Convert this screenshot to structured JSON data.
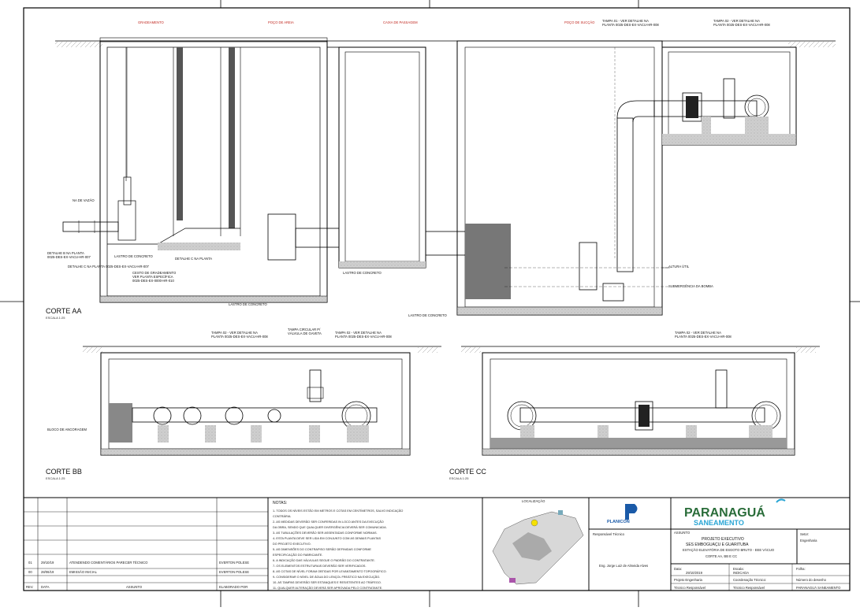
{
  "section_aa": {
    "title": "CORTE  AA",
    "scale": "ESCALA 1:25",
    "headings": [
      "GRADEAMENTO",
      "POÇO DE AREIA",
      "CAIXA DE PASSAGEM",
      "POÇO DE SUCÇÃO"
    ],
    "tampa01_l1": "TAMPA 01 - VER DETALHE NA",
    "tampa01_l2": "PLANTA 0025-DES-EX-VACU-HR-008",
    "tampa02_l1": "TAMPA 02 - VER DETALHE NA",
    "tampa02_l2": "PLANTA 0025-DES-EX-VACU-HR-008",
    "detalhe_b_l1": "DETALHE B NA PLANTA",
    "detalhe_b_l2": "0025-DES-EX-VACU-HR-007",
    "lastro_1": "LASTRO DE CONCRETO",
    "detalhe_c_plan": "DETALHE C NA PLANTA 0025-DES-EX-VACU-HR-007",
    "detalhe_c_l1": "DETALHE C NA PLANTA",
    "cesto_l1": "CESTO DE GRADEAMENTO",
    "cesto_l2": "VER PLANTA ESPECÍFICA",
    "cesto_l3": "0025-DES-EX-0000-HR-010",
    "lastro_2": "LASTRO DE CONCRETO",
    "lastro_3": "LASTRO DE CONCRETO",
    "lastro_4": "LASTRO DE CONCRETO",
    "altura_util": "ALTURA ÚTIL",
    "submergencia": "SUBMERGÊNCIA DA BOMBA",
    "nivel": "NA DE VAZÃO"
  },
  "section_bb": {
    "title": "CORTE  BB",
    "scale": "ESCALA 1:25",
    "tampa02a_l1": "TAMPA 02 - VER DETALHE NA",
    "tampa02a_l2": "PLANTA 0025-DES-EX-VACU-HR-008",
    "tampa_circ_l1": "TAMPA CIRCULAR P/",
    "tampa_circ_l2": "VÁLVULA DE GAVETA",
    "tampa02b_l1": "TAMPA 02 - VER DETALHE NA",
    "tampa02b_l2": "PLANTA 0025-DES-EX-VACU-HR-008",
    "bloco": "BLOCO DE ANCORAGEM"
  },
  "section_cc": {
    "title": "CORTE  CC",
    "scale": "ESCALA 1:25",
    "tampa02_l1": "TAMPA 02 - VER DETALHE NA",
    "tampa02_l2": "PLANTA 0025-DES-EX-VACU-HR-008"
  },
  "revisions": {
    "headers": [
      "REV.",
      "DATA",
      "ASSUNTO",
      "ELABORADO POR"
    ],
    "rows": [
      {
        "num": "01",
        "date": "29/10/19",
        "subject": "ATENDENDO COMENTÁRIOS PARECER TÉCNICO",
        "by": "EVERTON POLESE"
      },
      {
        "num": "00",
        "date": "28/06/19",
        "subject": "EMISSÃO INICIAL",
        "by": "EVERTON POLESE"
      }
    ]
  },
  "notes": {
    "title": "NOTAS:",
    "lines": [
      "1- TODOS OS NÍVEIS ESTÃO EM METROS E COTAS EM CENTÍMETROS, SALVO INDICAÇÃO",
      "CONTRÁRIA.",
      "2- AS MEDIDAS DEVERÃO SER CONFERIDAS IN LOCO ANTES DA EXECUÇÃO",
      "DA OBRA, SENDO QUE QUALQUER DIVERGÊNCIA DEVERÁ SER COMUNICADA.",
      "3- AS TUBULAÇÕES DEVERÃO SER ASSENTADAS CONFORME NORMAS.",
      "4- ESTA PLANTA DEVE SER LIDA EM CONJUNTO COM AS DEMAIS PLANTAS",
      "DO PROJETO EXECUTIVO.",
      "5- AS DIMENSÕES DO CONTRAPISO SERÃO DEFINIDAS CONFORME",
      "ESPECIFICAÇÃO DO FABRICANTE.",
      "6- A INDICAÇÃO DAS VÁLVULAS SEGUE O PADRÃO DO CONTRATANTE.",
      "7- OS ELEMENTOS ESTRUTURAIS DEVERÃO SER VERIFICADOS.",
      "8- AS COTAS DE NÍVEL FORAM OBTIDAS POR LEVANTAMENTO TOPOGRÁFICO.",
      "9- CONSIDERAR O NÍVEL DE ÁGUA DO LENÇOL FREÁTICO NA EXECUÇÃO.",
      "10- AS TAMPAS DEVERÃO SER ESTANQUES E RESISTENTES AO TRÁFEGO.",
      "11- QUALQUER ALTERAÇÃO DEVERÁ SER APROVADA PELO CONTRATANTE."
    ]
  },
  "map": {
    "title": "LOCALIZAÇÃO"
  },
  "title_block": {
    "planicon": "PLANICON",
    "paranagua": "PARANAGUÁ",
    "saneamento": "SANEAMENTO",
    "resp_tecnico": "Responsável Técnico",
    "engineer": "Eng. Jorge Luiz de Almeida Alves",
    "assunto_label": "ASSUNTO",
    "project_l1": "PROJETO EXECUTIVO",
    "project_l2": "SES EMBOGUAÇU E GUARITUBA",
    "project_l3": "ESTAÇÃO ELEVATÓRIA DE ESGOTO BRUTO - EEE VÁCUO",
    "project_l4": "CORTE AA, BB E CC",
    "setor_label": "Setor:",
    "setor": "Engenharia",
    "data_label": "Data:",
    "data": "29/10/2019",
    "escala_label": "Escala:",
    "escala": "INDICADA",
    "folha_label": "Folha:",
    "proj_label": "Projeto Engenharia",
    "coord_label": "Coordenação Técnico:",
    "dataset_label": "Número do desenho",
    "resp_proj": "Técnico Responsável",
    "resp_tec2": "Técnico Responsável",
    "client": "PARANAGUÁ SANEAMENTO"
  }
}
